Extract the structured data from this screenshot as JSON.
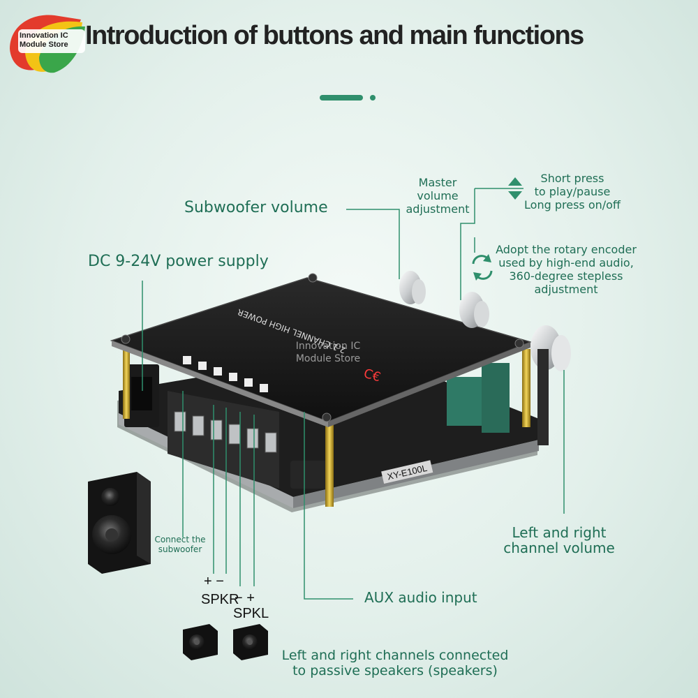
{
  "header": {
    "title": "Introduction of buttons and main functions",
    "logo_line1": "Innovation IC",
    "logo_line2": "Module Store"
  },
  "labels": {
    "subwoofer_volume": "Subwoofer volume",
    "dc_power": "DC 9-24V power supply",
    "master_volume": [
      "Master",
      "volume",
      "adjustment"
    ],
    "short_press": [
      "Short press",
      "to play/pause",
      "Long press on/off"
    ],
    "rotary_encoder": [
      "Adopt the rotary encoder",
      "used by high-end audio,",
      "360-degree stepless",
      "adjustment"
    ],
    "lr_channel_volume": [
      "Left and right",
      "channel volume"
    ],
    "connect_subwoofer": [
      "Connect the",
      "subwoofer"
    ],
    "aux_input": "AUX audio input",
    "spkr_signs": "+ −",
    "spkr": "SPKR",
    "spkl_signs": "− +",
    "spkl": "SPKL",
    "passive_speakers": [
      "Left and right channels connected",
      "to passive speakers (speakers)"
    ]
  },
  "board": {
    "model_label": "XY-E100L",
    "top_text": "2.1 CHANNEL HIGH POWER",
    "watermark_line1": "Innovation IC",
    "watermark_line2": "Module Store"
  },
  "colors": {
    "accent": "#2f8f6c",
    "text_green": "#1f6e55",
    "board_black": "#1b1b1b"
  }
}
